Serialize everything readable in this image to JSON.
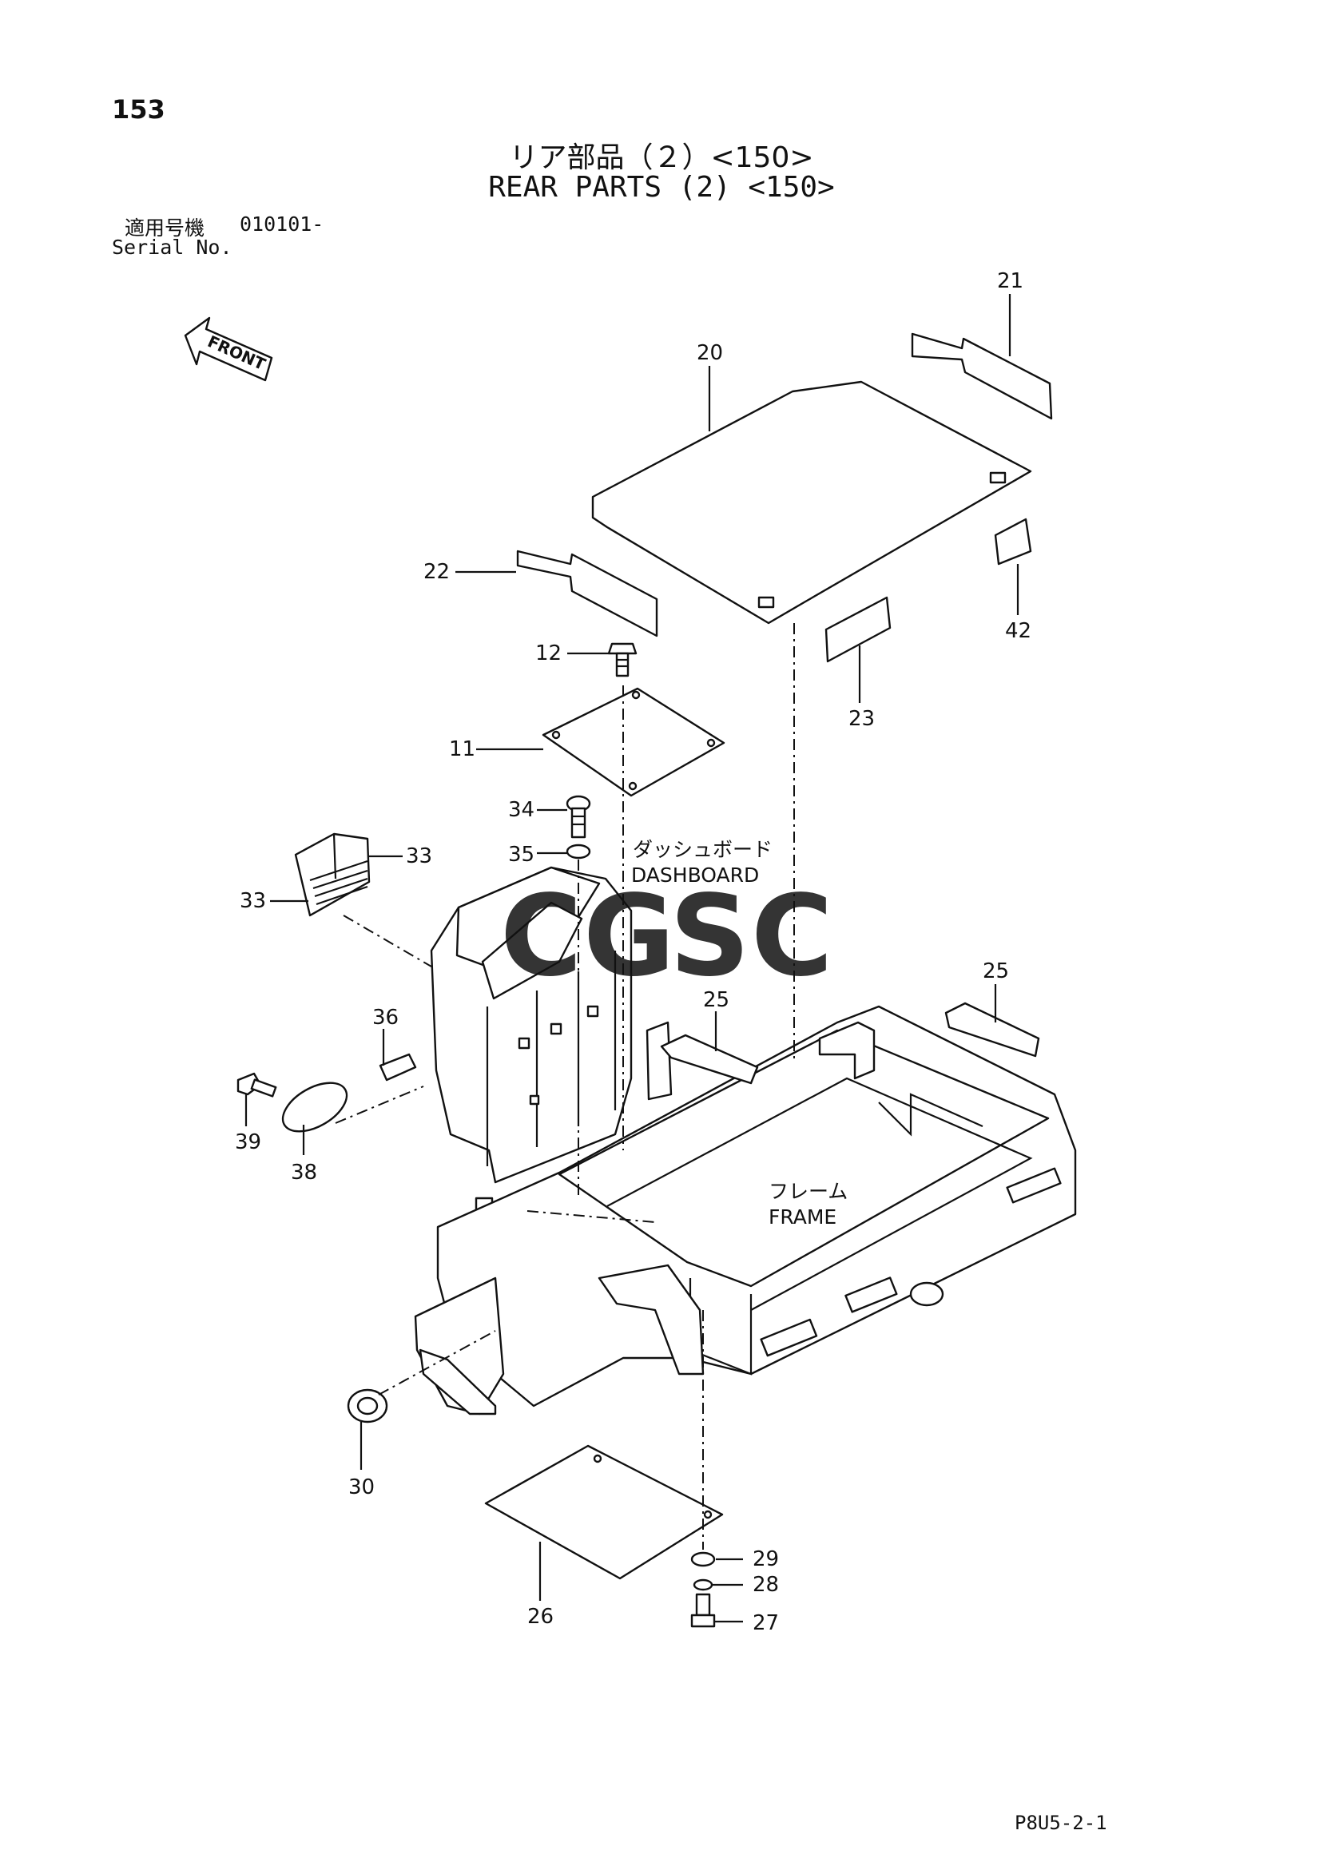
{
  "page": {
    "number": "153",
    "title_jp": "リア部品（２）<150>",
    "title_en": "REAR PARTS (2) <150>",
    "serial_label_jp": "適用号機",
    "serial_value": "010101-",
    "serial_label_en": "Serial No.",
    "doc_code": "P8U5-2-1"
  },
  "diagram": {
    "front_arrow_label": "FRONT",
    "dashboard_label_jp": "ダッシュボード",
    "dashboard_label_en": "DASHBOARD",
    "frame_label_jp": "フレーム",
    "frame_label_en": "FRAME",
    "watermark": "CGSC",
    "watermark_colors": [
      "#4f8ef0",
      "#f06050",
      "#f5c030",
      "#5aaa70"
    ],
    "callouts": {
      "p20": "20",
      "p21": "21",
      "p22": "22",
      "p42": "42",
      "p23": "23",
      "p12": "12",
      "p11": "11",
      "p34": "34",
      "p35": "35",
      "p33a": "33",
      "p33b": "33",
      "p36": "36",
      "p39": "39",
      "p38": "38",
      "p25a": "25",
      "p25b": "25",
      "p30": "30",
      "p26": "26",
      "p29": "29",
      "p28": "28",
      "p27": "27"
    }
  }
}
